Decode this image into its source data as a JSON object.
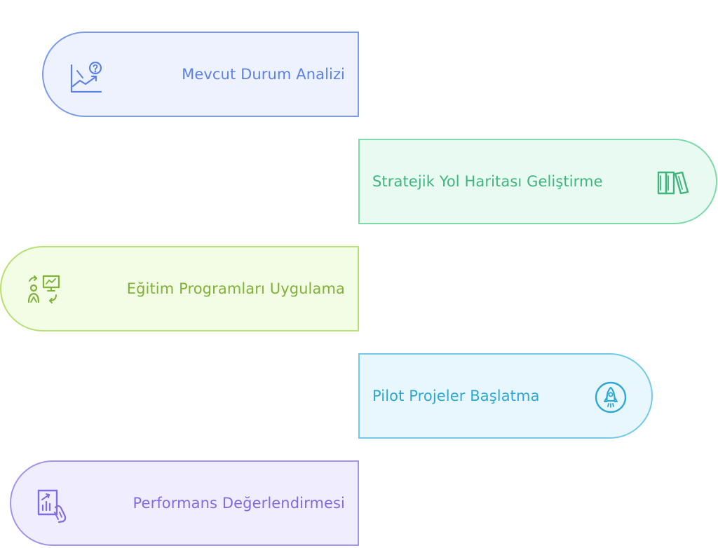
{
  "steps": [
    {
      "label": "Mevcut Durum Analizi",
      "icon": "chart-question-icon",
      "fill": "#EEF2FE",
      "stroke": "#7B9BEC",
      "text": "#5C82E6"
    },
    {
      "label": "Stratejik Yol Haritası Geliştirme",
      "icon": "books-icon",
      "fill": "#E8FAF1",
      "stroke": "#7DDBA8",
      "text": "#3FB57C"
    },
    {
      "label": "Eğitim Programları Uygulama",
      "icon": "training-presenter-icon",
      "fill": "#F3FCE4",
      "stroke": "#B6E071",
      "text": "#7FB236"
    },
    {
      "label": "Pilot Projeler Başlatma",
      "icon": "rocket-icon",
      "fill": "#E7F7FD",
      "stroke": "#71C9EC",
      "text": "#2EA7D6"
    },
    {
      "label": "Performans Değerlendirmesi",
      "icon": "report-hand-icon",
      "fill": "#F0EEFE",
      "stroke": "#A294EE",
      "text": "#7F6BE4"
    }
  ]
}
